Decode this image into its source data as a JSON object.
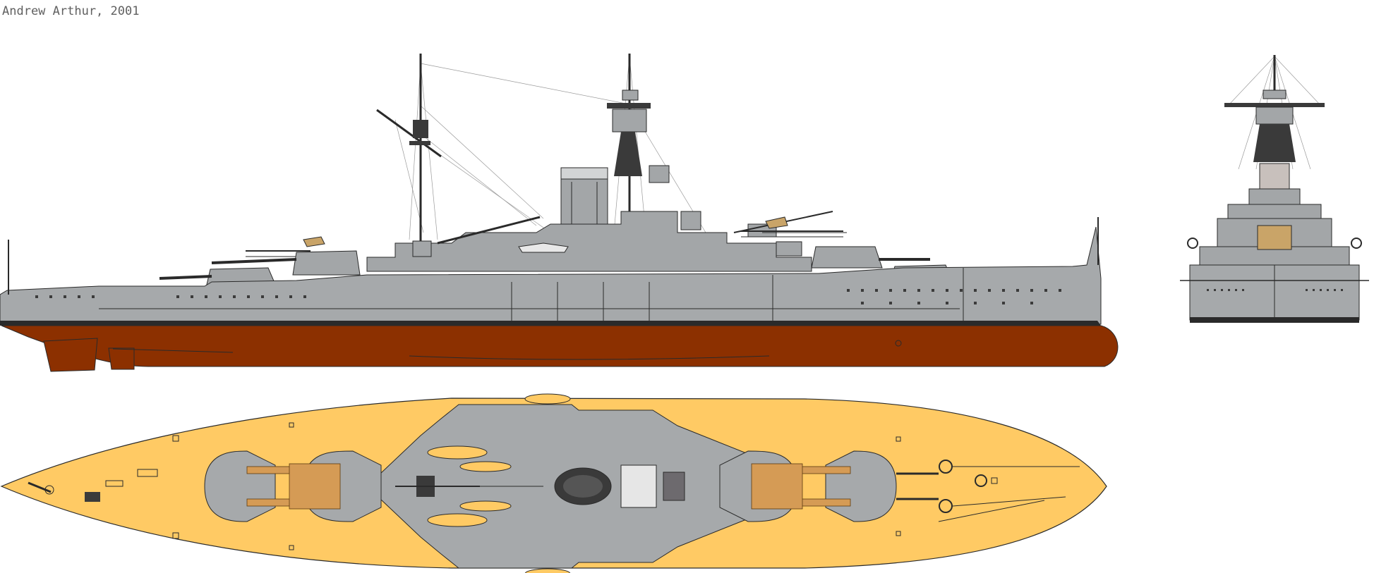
{
  "credit": "Andrew Arthur, 2001",
  "colors": {
    "hull_grey": "#a6a9ab",
    "antifouling_red": "#8c3000",
    "deck_planking": "#ffca64",
    "wood_gratings": "#d59b55",
    "outline": "#2a2a2a"
  },
  "views": [
    "side-profile",
    "plan-view",
    "bow-view"
  ]
}
